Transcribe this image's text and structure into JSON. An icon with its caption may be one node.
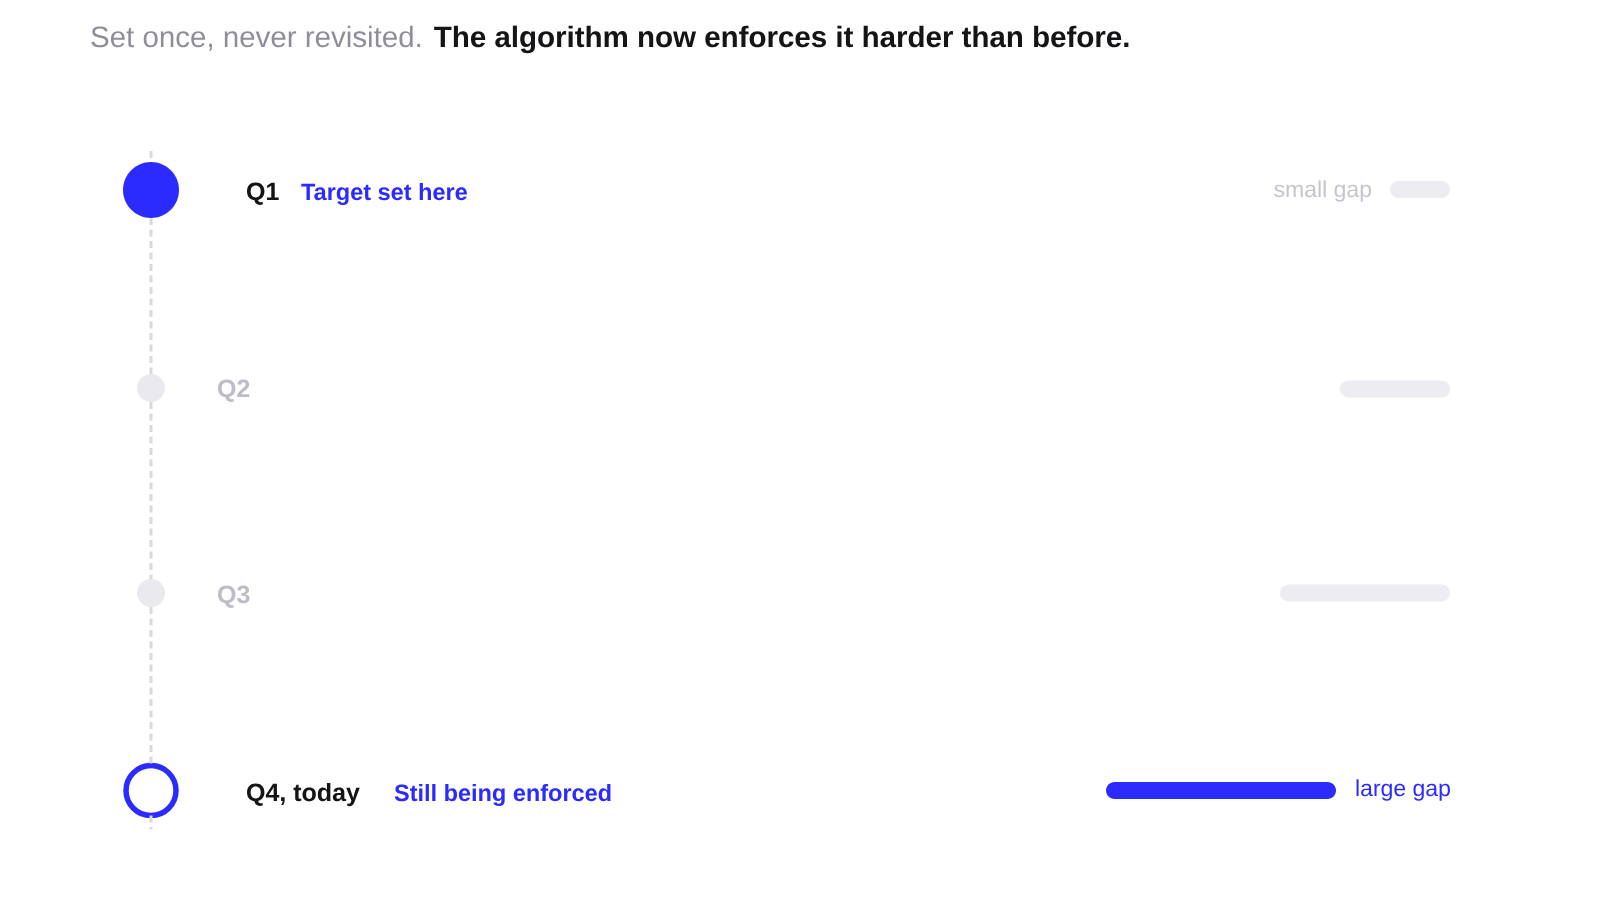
{
  "diagram": {
    "title": "Set once, never revisited. **The algorithm now enforces it harder than before.**",
    "nodes": [
      {
        "text": [],
        "shape": "circle",
        "beside": [
          "Q1",
          "Target set here"
        ]
      },
      {
        "text": [],
        "shape": "bar",
        "beside": [
          "small gap"
        ]
      },
      {
        "text": [],
        "shape": "circle",
        "beside": [
          "Q2"
        ]
      },
      {
        "text": [],
        "shape": "bar"
      },
      {
        "text": [],
        "shape": "circle",
        "beside": [
          "Q3"
        ]
      },
      {
        "text": [],
        "shape": "bar"
      },
      {
        "text": [],
        "shape": "circle",
        "beside": [
          "Q4, today",
          "Still being enforced"
        ]
      },
      {
        "text": [],
        "shape": "bar",
        "beside": [
          "large gap"
        ]
      }
    ],
    "edges": [
      {
        "from": null,
        "to": 0,
        "arrow": "none",
        "style": "dashed"
      },
      {
        "from": 0,
        "to": 2,
        "arrow": "none",
        "style": "dashed"
      },
      {
        "from": 2,
        "to": 4,
        "arrow": "none",
        "style": "dashed"
      },
      {
        "from": 4,
        "to": 6,
        "arrow": "none",
        "style": "dashed"
      },
      {
        "from": 6,
        "to": null,
        "arrow": "none",
        "style": "dashed"
      }
    ]
  }
}
